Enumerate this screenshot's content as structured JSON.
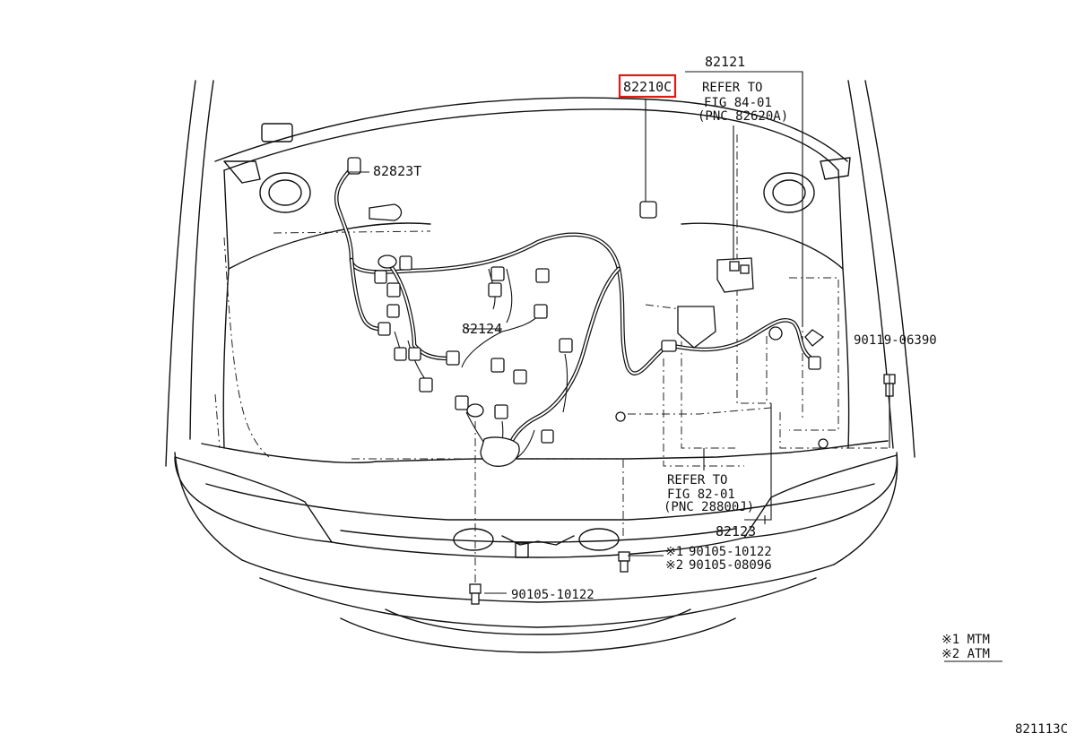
{
  "parts": {
    "p82121": "82121",
    "p82210c": "82210C",
    "p82823t": "82823T",
    "p82124": "82124",
    "p82123": "82123",
    "bolt_90119": "90119-06390",
    "bolt_90105_a": "90105-10122",
    "bolt_90105_b": "90105-08096",
    "bolt_90105_c": "90105-10122"
  },
  "refs": {
    "ref1_line1": "REFER TO",
    "ref1_line2": "FIG 84-01",
    "ref1_line3": "(PNC 82620A)",
    "ref2_line1": "REFER TO",
    "ref2_line2": "FIG 82-01",
    "ref2_line3": "(PNC 28800J)"
  },
  "notes": {
    "mark1": "※1",
    "mark2": "※2",
    "legend1": "※1 MTM",
    "legend2": "※2 ATM"
  },
  "figure_id": "821113C",
  "highlight": {
    "part": "82210C",
    "color": "#e01919"
  }
}
